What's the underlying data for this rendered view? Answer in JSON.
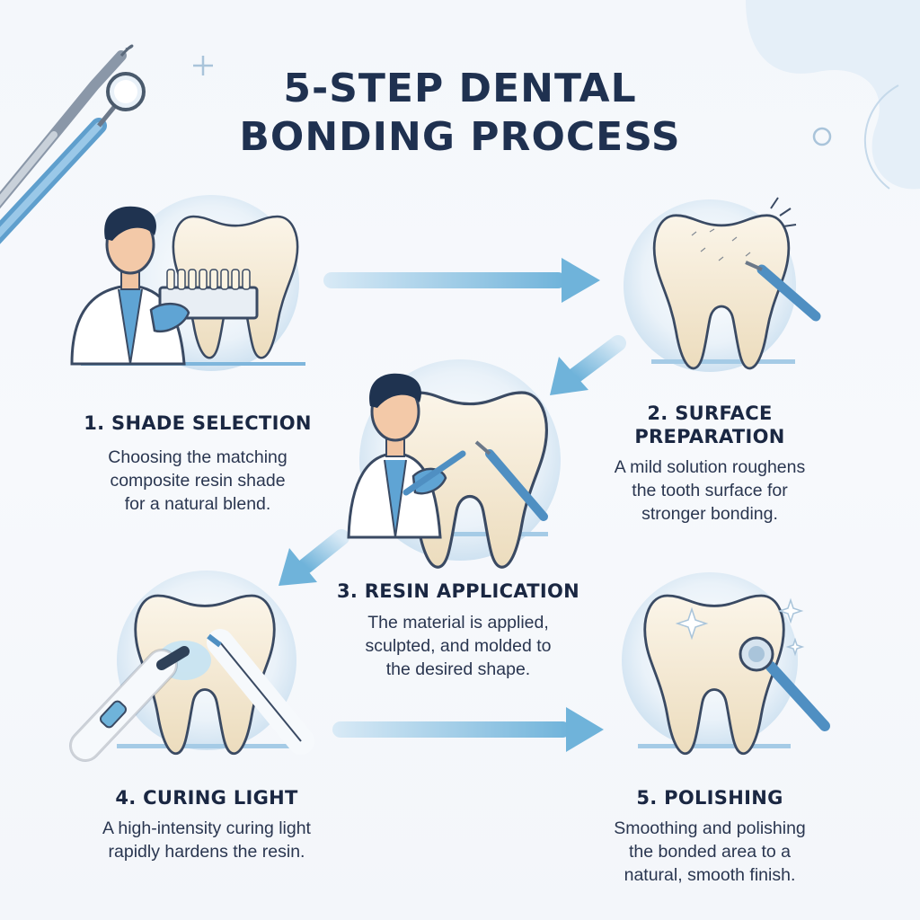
{
  "title": {
    "line1": "5-STEP DENTAL",
    "line2": "BONDING PROCESS"
  },
  "steps": [
    {
      "title": "1. SHADE SELECTION",
      "desc": [
        "Choosing the matching",
        "composite resin shade",
        "for a natural blend."
      ]
    },
    {
      "title": [
        "2. SURFACE",
        "PREPARATION"
      ],
      "desc": [
        "A mild solution roughens",
        "the tooth surface for",
        "stronger bonding."
      ]
    },
    {
      "title": "3. RESIN APPLICATION",
      "desc": [
        "The material is applied,",
        "sculpted, and molded to",
        "the desired shape."
      ]
    },
    {
      "title": "4. CURING LIGHT",
      "desc": [
        "A high-intensity curing light",
        "rapidly hardens the resin."
      ]
    },
    {
      "title": "5. POLISHING",
      "desc": [
        "Smoothing and polishing",
        "the bonded area to a",
        "natural, smooth finish."
      ]
    }
  ],
  "colors": {
    "accent": "#6fb3da",
    "circle": "#dceaf5",
    "tooth": "#f5ecd8",
    "text": "#1f3150"
  }
}
